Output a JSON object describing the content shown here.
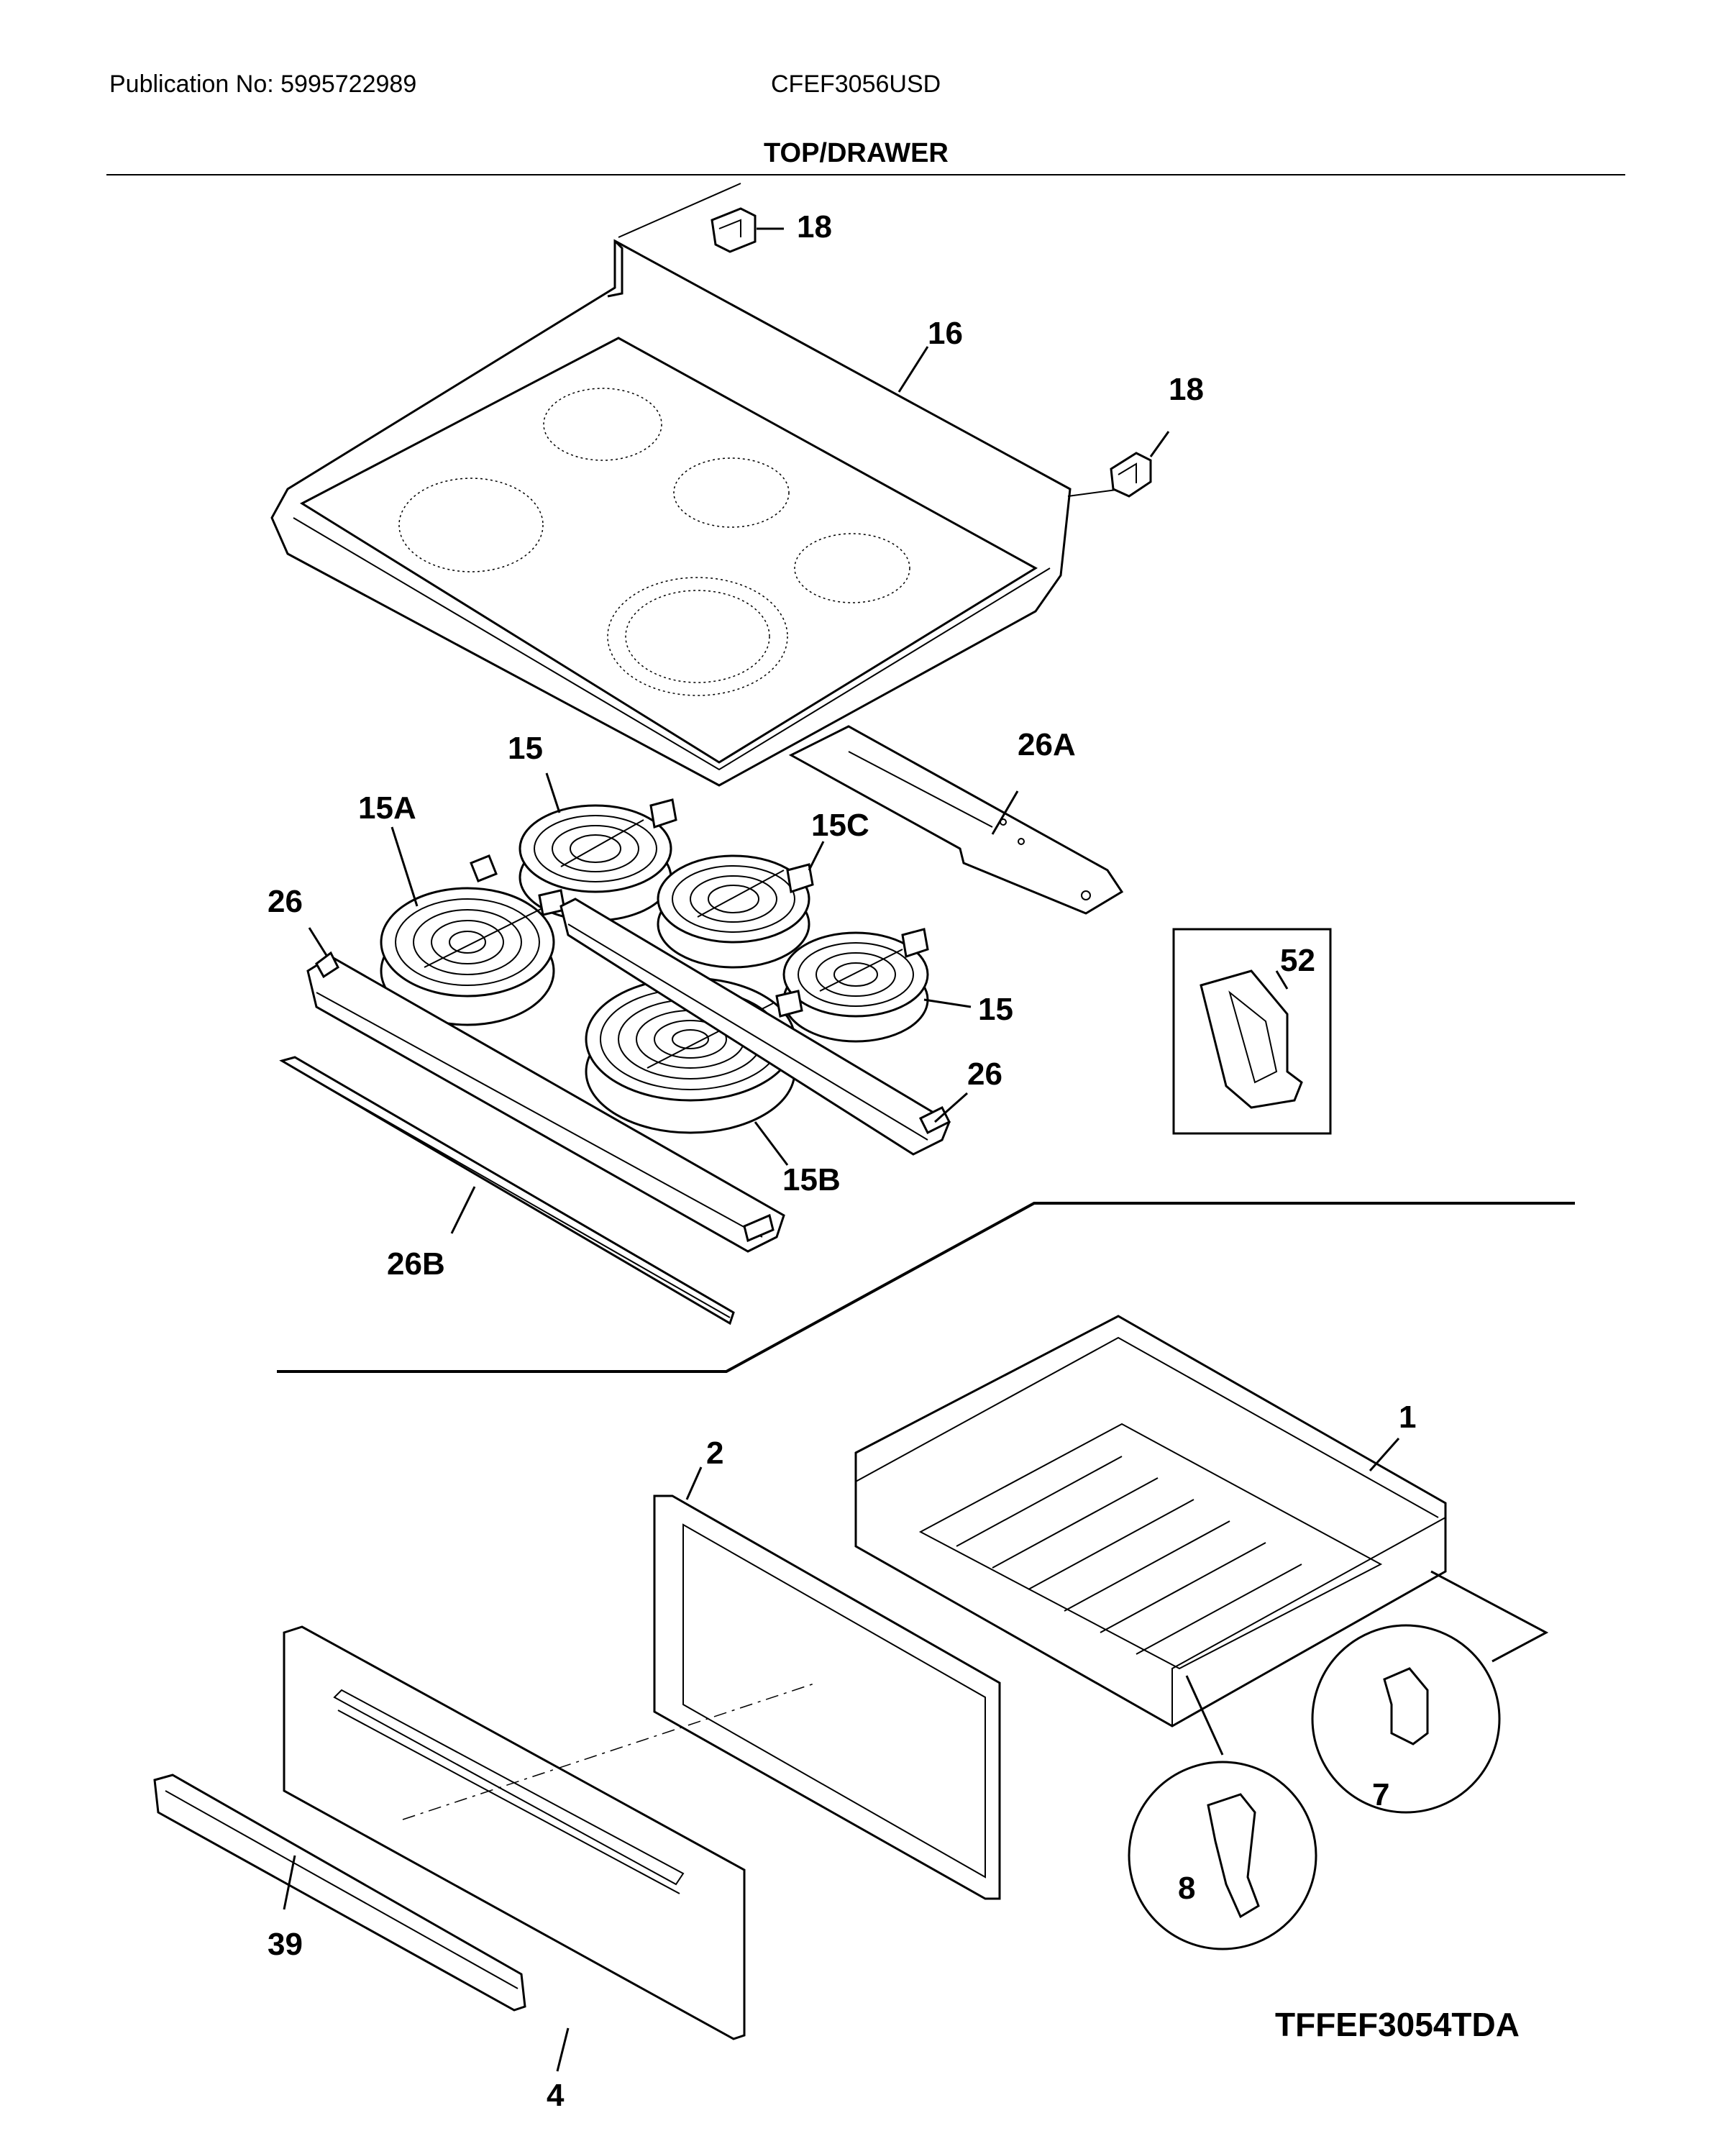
{
  "header": {
    "publication": "Publication No: 5995722989",
    "model": "CFEF3056USD",
    "section_title": "TOP/DRAWER"
  },
  "callouts": {
    "c18a": "18",
    "c16": "16",
    "c18b": "18",
    "c15_top": "15",
    "c26A": "26A",
    "c15A": "15A",
    "c15C": "15C",
    "c26_left": "26",
    "c52": "52",
    "c15_right": "15",
    "c26_right": "26",
    "c15B": "15B",
    "c26B": "26B",
    "c1": "1",
    "c2": "2",
    "c7": "7",
    "c8": "8",
    "c39": "39",
    "c4": "4"
  },
  "footer": {
    "drawing_id": "TFFEF3054TDA"
  }
}
